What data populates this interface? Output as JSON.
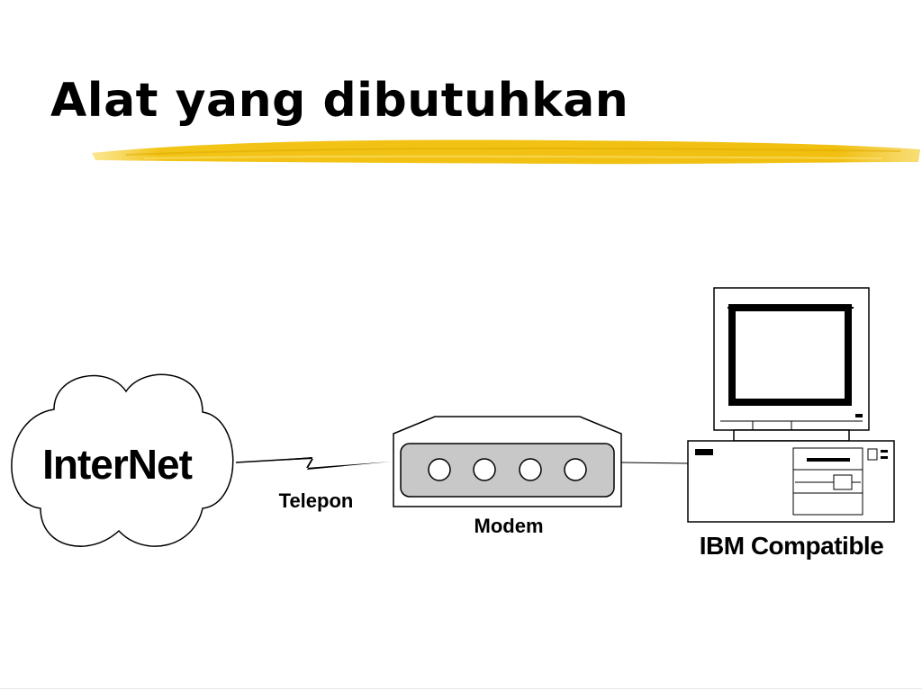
{
  "slide": {
    "title": "Alat yang dibutuhkan"
  },
  "diagram": {
    "cloud_label": "InterNet",
    "telephone_label": "Telepon",
    "modem_label": "Modem",
    "computer_label": "IBM Compatible"
  },
  "colors": {
    "highlight": "#f2c417",
    "modem_panel": "#c8c8c8",
    "ink": "#000000"
  },
  "icons": [
    "cloud-icon",
    "lightning-bolt-icon",
    "modem-icon",
    "computer-icon"
  ]
}
